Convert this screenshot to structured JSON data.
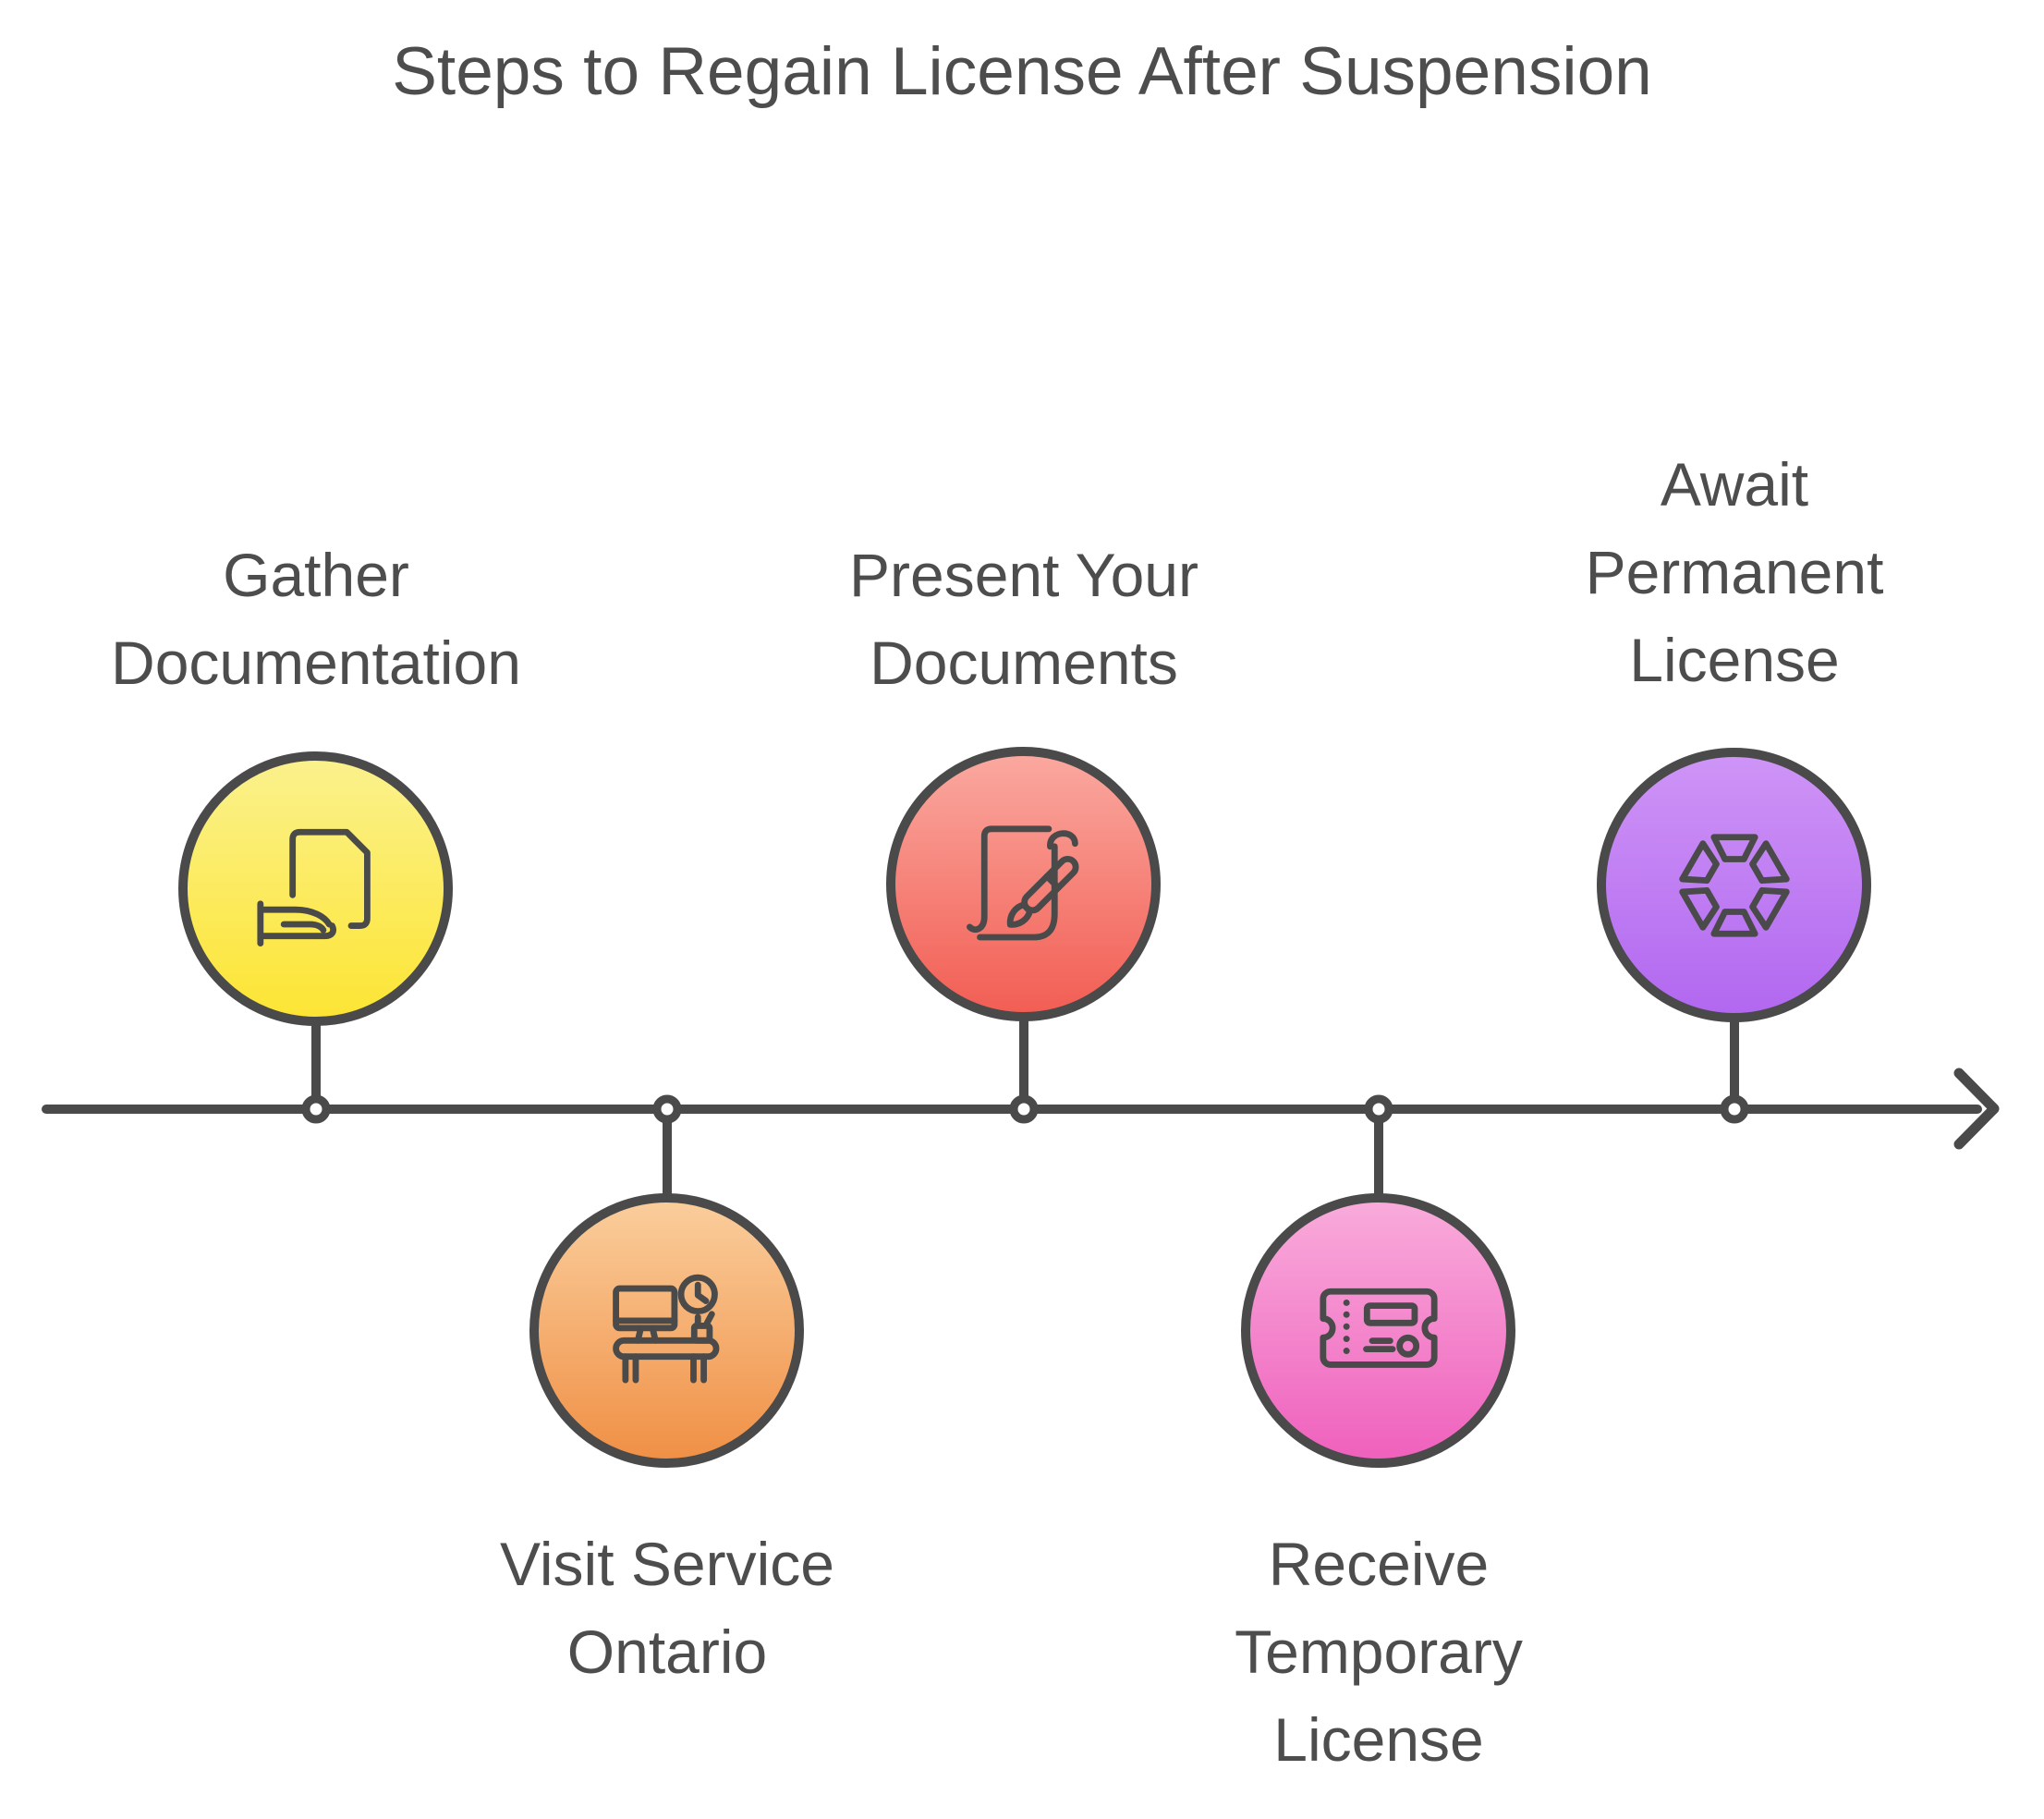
{
  "title": "Steps to Regain License After Suspension",
  "colors": {
    "stroke": "#4a4a4a",
    "text": "#4d4d4d",
    "background": "#ffffff",
    "node_fill": "#ffffff"
  },
  "timeline": {
    "node_count": 5,
    "arrow_direction": "right"
  },
  "steps": [
    {
      "label": "Gather\nDocumentation",
      "icon": "document-in-hand-icon",
      "label_position": "above",
      "circle_gradient_top": "#fbf18c",
      "circle_gradient_bottom": "#fce534"
    },
    {
      "label": "Visit Service\nOntario",
      "icon": "office-desk-icon",
      "label_position": "below",
      "circle_gradient_top": "#facd9b",
      "circle_gradient_bottom": "#f09046"
    },
    {
      "label": "Present Your\nDocuments",
      "icon": "scroll-and-pen-icon",
      "label_position": "above",
      "circle_gradient_top": "#faa89f",
      "circle_gradient_bottom": "#f25e54"
    },
    {
      "label": "Receive\nTemporary\nLicense",
      "icon": "ticket-icon",
      "label_position": "below",
      "circle_gradient_top": "#f9abdb",
      "circle_gradient_bottom": "#ef61bd"
    },
    {
      "label": "Await\nPermanent\nLicense",
      "icon": "spinner-icon",
      "label_position": "above",
      "circle_gradient_top": "#ce94f6",
      "circle_gradient_bottom": "#b268f0"
    }
  ]
}
